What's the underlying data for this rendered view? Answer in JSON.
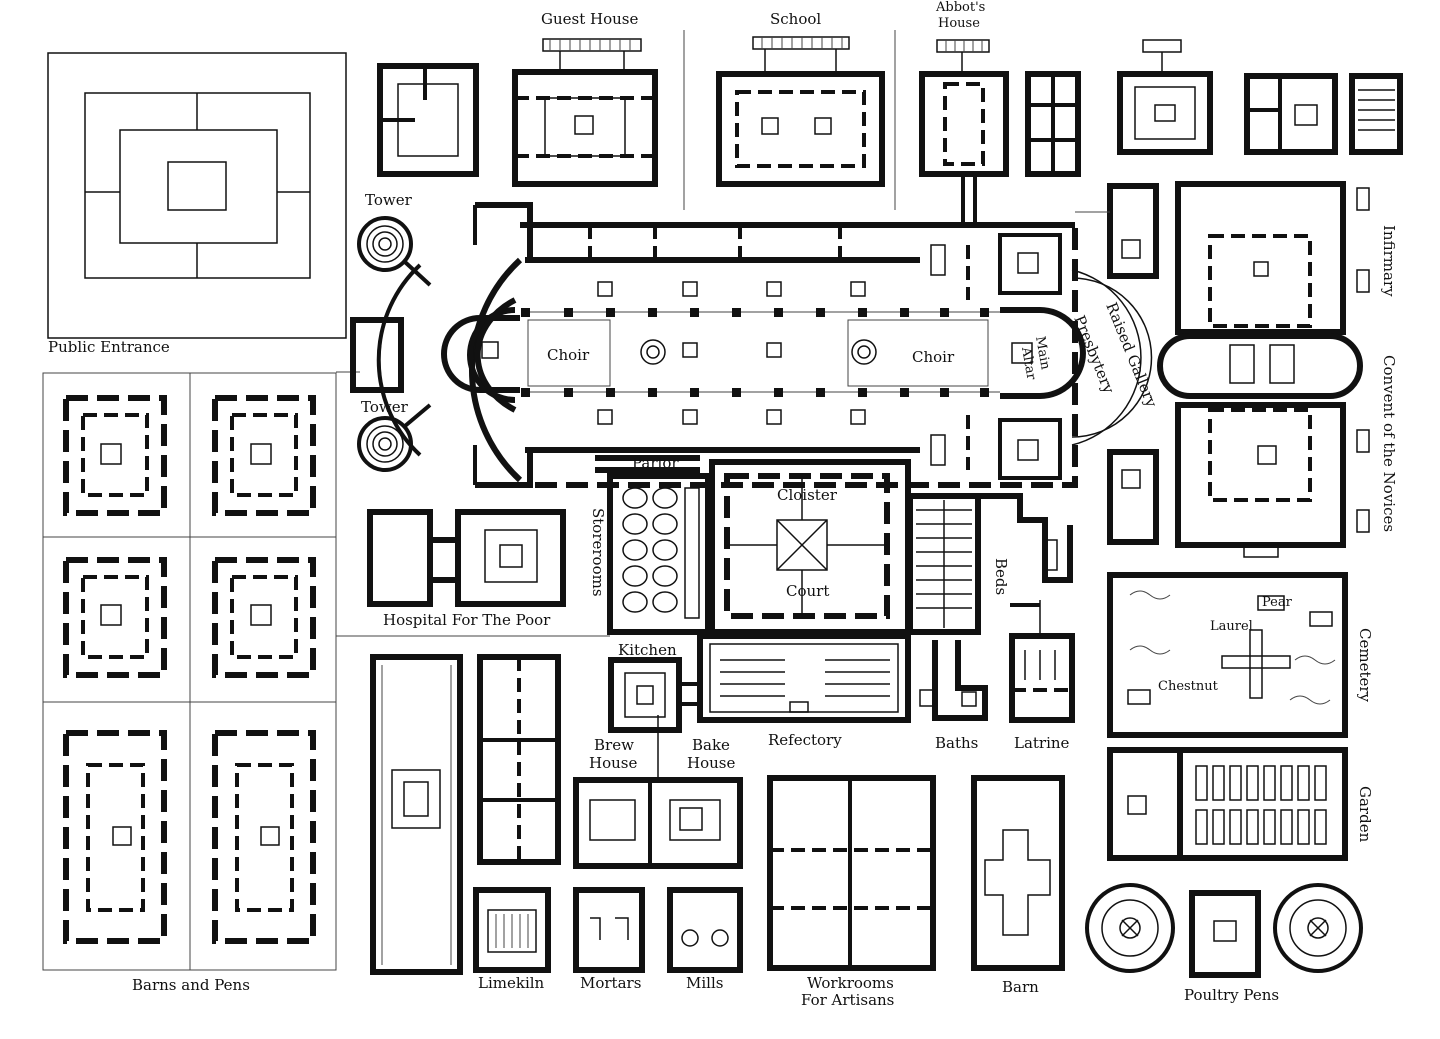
{
  "labels": {
    "guest_house": "Guest House",
    "school": "School",
    "abbots_house_1": "Abbot's",
    "abbots_house_2": "House",
    "tower_north": "Tower",
    "tower_south": "Tower",
    "public_entrance": "Public Entrance",
    "choir_west": "Choir",
    "choir_east": "Choir",
    "main_altar_1": "Main",
    "main_altar_2": "Altar",
    "presbytery": "Presbytery",
    "raised_gallery": "Raised Gallery",
    "infirmary": "Infirmary",
    "convent_of_novices": "Convent of the Novices",
    "parlor": "Parlor",
    "storerooms": "Storerooms",
    "cloister": "Cloister",
    "court": "Court",
    "beds": "Beds",
    "hospital_for_poor": "Hospital For The Poor",
    "cemetery": "Cemetery",
    "kitchen": "Kitchen",
    "refectory": "Refectory",
    "baths": "Baths",
    "latrine": "Latrine",
    "brew_house_1": "Brew",
    "brew_house_2": "House",
    "bake_house_1": "Bake",
    "bake_house_2": "House",
    "garden": "Garden",
    "barns_and_pens": "Barns and Pens",
    "limekiln": "Limekiln",
    "mortars": "Mortars",
    "mills": "Mills",
    "workrooms_1": "Workrooms",
    "workrooms_2": "For Artisans",
    "barn": "Barn",
    "poultry_pens": "Poultry Pens",
    "cemetery_inner_1": "Laurel",
    "cemetery_inner_2": "Pear",
    "cemetery_inner_3": "Chestnut"
  },
  "icons": {
    "tower": "spiral-tower-icon",
    "column": "column-dot-icon",
    "poultry": "circular-coop-icon"
  }
}
